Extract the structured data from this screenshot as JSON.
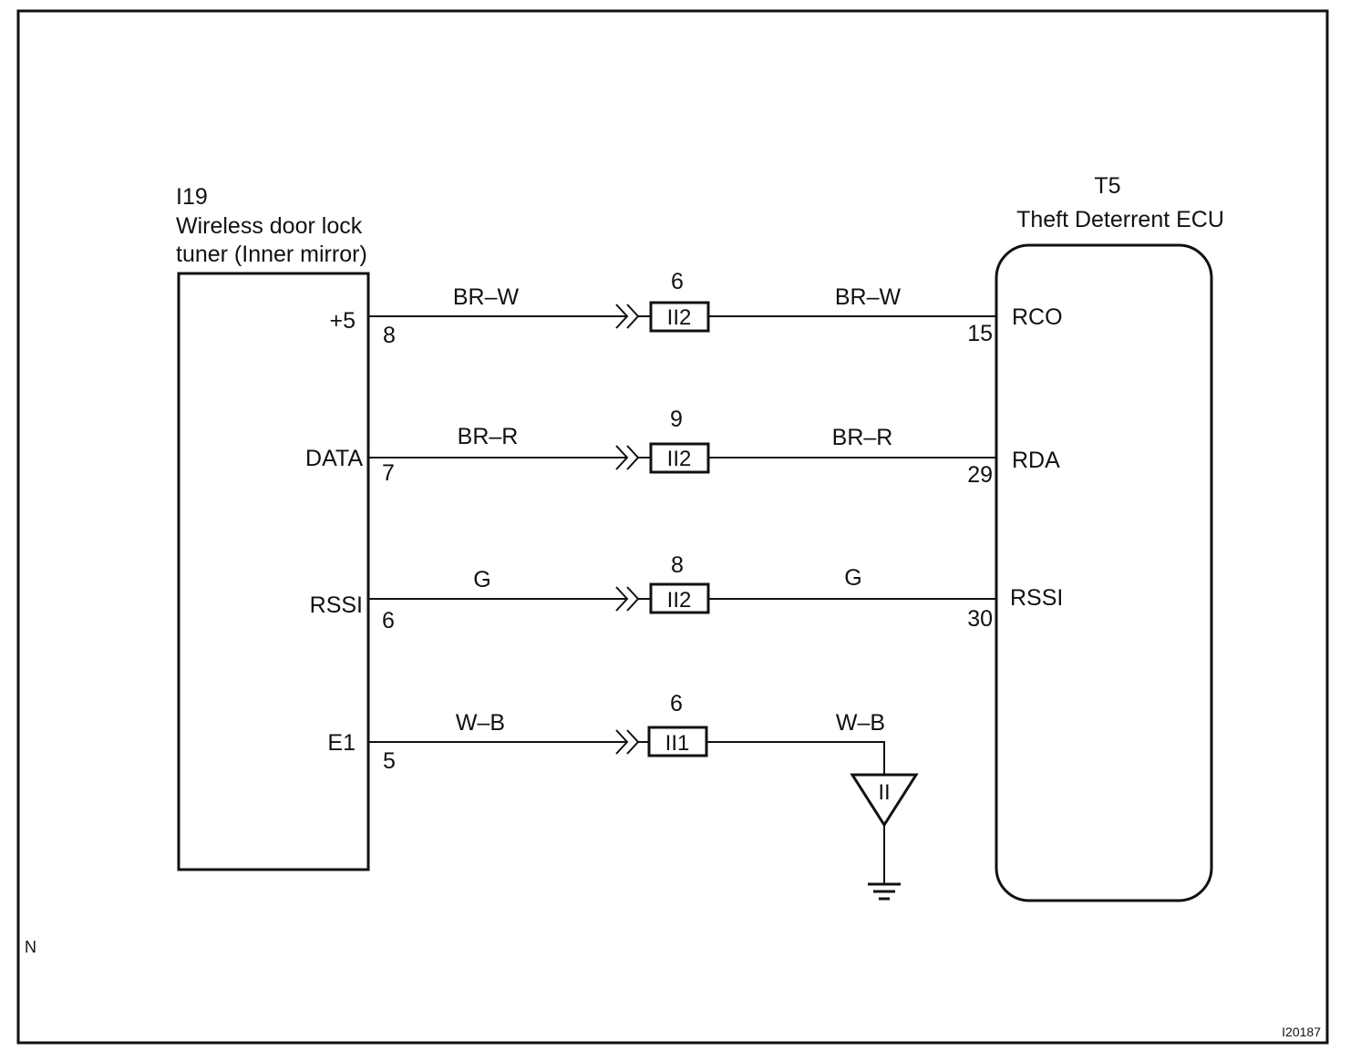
{
  "corner_mark": "N",
  "figure_code": "I20187",
  "left_component": {
    "code": "I19",
    "name_line1": "Wireless door lock",
    "name_line2": "tuner (Inner mirror)",
    "pins": [
      {
        "label": "+5",
        "number": "8"
      },
      {
        "label": "DATA",
        "number": "7"
      },
      {
        "label": "RSSI",
        "number": "6"
      },
      {
        "label": "E1",
        "number": "5"
      }
    ]
  },
  "right_component": {
    "code": "T5",
    "name": "Theft Deterrent ECU",
    "pins": [
      {
        "label": "RCO",
        "number": "15"
      },
      {
        "label": "RDA",
        "number": "29"
      },
      {
        "label": "RSSI",
        "number": "30"
      }
    ]
  },
  "wires": [
    {
      "color_left": "BR–W",
      "connector_pin": "6",
      "connector": "II2",
      "color_right": "BR–W"
    },
    {
      "color_left": "BR–R",
      "connector_pin": "9",
      "connector": "II2",
      "color_right": "BR–R"
    },
    {
      "color_left": "G",
      "connector_pin": "8",
      "connector": "II2",
      "color_right": "G"
    },
    {
      "color_left": "W–B",
      "connector_pin": "6",
      "connector": "II1",
      "color_right": "W–B"
    }
  ],
  "ground_point": "II"
}
